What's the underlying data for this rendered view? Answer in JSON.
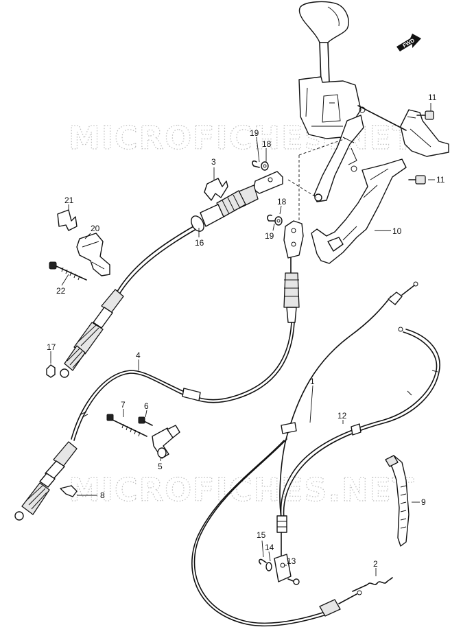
{
  "watermark": {
    "top": "MICROFICHES.NET",
    "bottom": "MICROFICHES.NET"
  },
  "direction_badge": "FWD",
  "callouts": {
    "c1": "1",
    "c2": "2",
    "c3": "3",
    "c4": "4",
    "c5": "5",
    "c6": "6",
    "c7": "7",
    "c8": "8",
    "c9": "9",
    "c10": "10",
    "c11a": "11",
    "c11b": "11",
    "c12": "12",
    "c13": "13",
    "c14": "14",
    "c15": "15",
    "c16": "16",
    "c17": "17",
    "c18a": "18",
    "c18b": "18",
    "c19a": "19",
    "c19b": "19",
    "c20": "20",
    "c21": "21",
    "c22": "22"
  }
}
